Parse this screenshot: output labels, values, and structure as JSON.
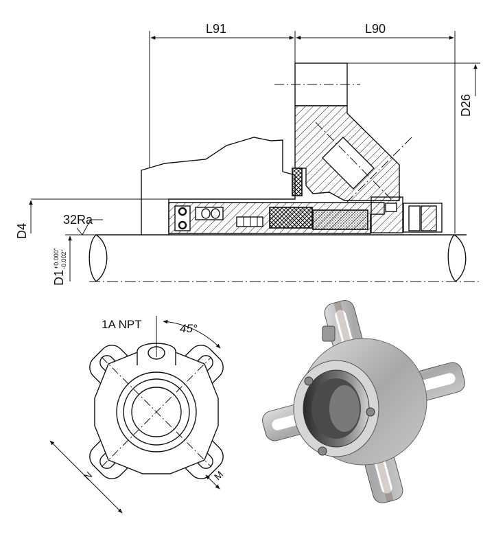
{
  "dimensions": {
    "l91": "L91",
    "l90": "L90",
    "d26": "D26",
    "d4": "D4",
    "d1": "D1",
    "d1_tol_plus": "+0.000\"",
    "d1_tol_minus": "-0.002\"",
    "roughness": "32Ra"
  },
  "flange_view": {
    "port_label": "1A NPT",
    "angle_label": "45°",
    "dim_n": "N",
    "dim_m": "M"
  },
  "colors": {
    "line": "#111111",
    "photo_metal": "#b9b9b9",
    "photo_dark": "#3a3a3a"
  }
}
